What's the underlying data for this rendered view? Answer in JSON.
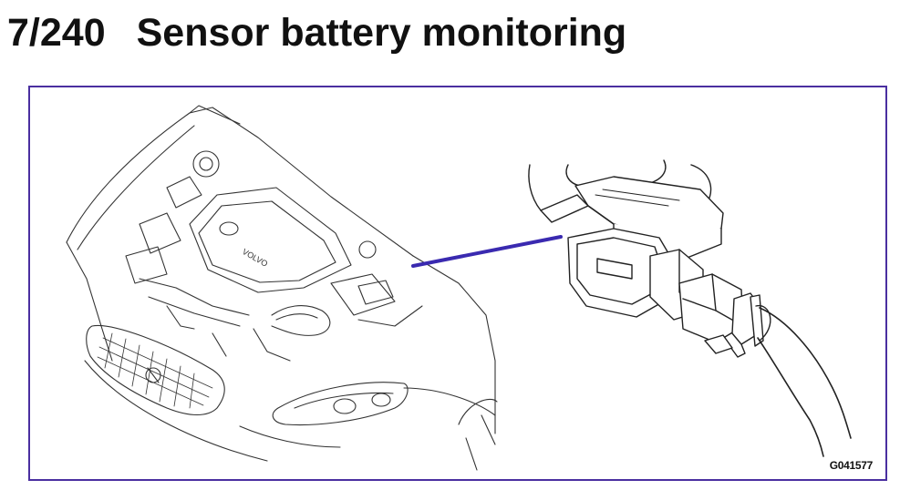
{
  "header": {
    "section_number": "7/240",
    "title": "Sensor battery monitoring"
  },
  "figure": {
    "code": "G041577",
    "frame_color": "#4a2fa0",
    "leader_line_color": "#3a2ab0",
    "illustration": "car-engine-bay",
    "detail": "battery-sensor-connector"
  }
}
